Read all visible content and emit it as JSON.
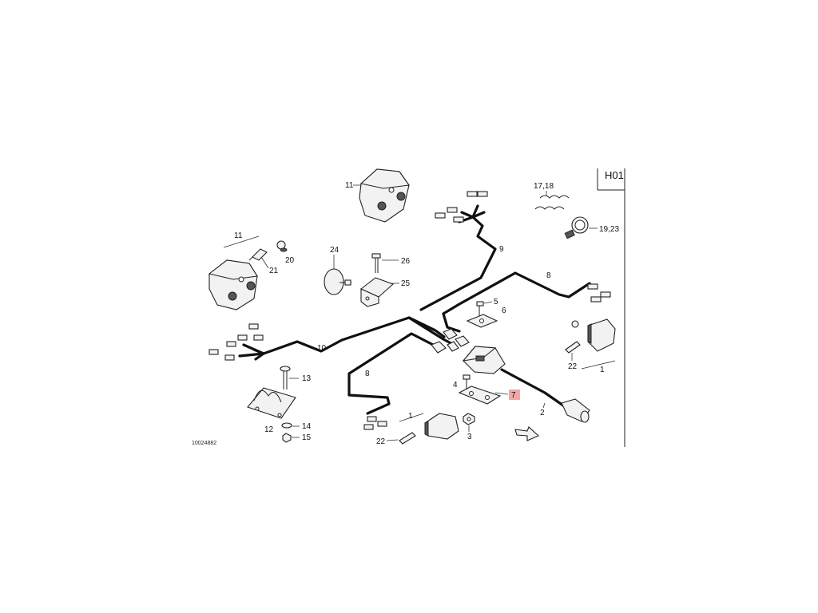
{
  "sheet_code": "H01",
  "drawing_number": "10024882",
  "highlight_color": "#f4a6a6",
  "labels": {
    "p1a": "1",
    "p1b": "1",
    "p2": "2",
    "p3": "3",
    "p4": "4",
    "p5": "5",
    "p6": "6",
    "p7": "7",
    "p8a": "8",
    "p8b": "8",
    "p9": "9",
    "p10": "10",
    "p11a": "11",
    "p11b": "11",
    "p12": "12",
    "p13": "13",
    "p14": "14",
    "p15": "15",
    "p17_18": "17,18",
    "p19_23": "19,23",
    "p20": "20",
    "p21": "21",
    "p22a": "22",
    "p22b": "22",
    "p24": "24",
    "p25": "25",
    "p26": "26"
  }
}
